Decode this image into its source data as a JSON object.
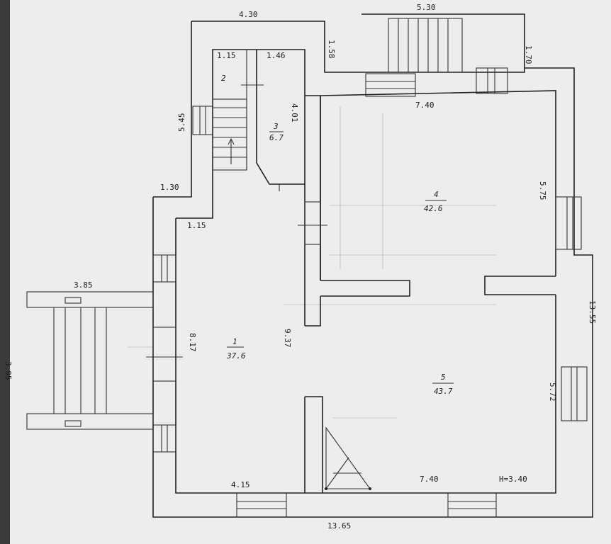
{
  "dimensions": {
    "top_4_30": "4.30",
    "top_5_30": "5.30",
    "d_1_70": "1.70",
    "d_1_58": "1.58",
    "d_1_15_top": "1.15",
    "d_1_46": "1.46",
    "d_5_45": "5.45",
    "d_4_01": "4.01",
    "d_7_40_top": "7.40",
    "d_1_30": "1.30",
    "d_1_15_mid": "1.15",
    "d_5_75": "5.75",
    "d_3_85": "3.85",
    "d_13_55": "13.55",
    "d_3_95": "3.95",
    "d_8_17": "8.17",
    "d_9_37": "9.37",
    "d_5_72": "5.72",
    "d_4_15": "4.15",
    "d_7_40_bottom": "7.40",
    "height": "H=3.40",
    "total_13_65": "13.65"
  },
  "rooms": [
    {
      "number": "1",
      "area": "37.6"
    },
    {
      "number": "2",
      "area": ""
    },
    {
      "number": "3",
      "area": "6.7"
    },
    {
      "number": "4",
      "area": "42.6"
    },
    {
      "number": "5",
      "area": "43.7"
    }
  ]
}
